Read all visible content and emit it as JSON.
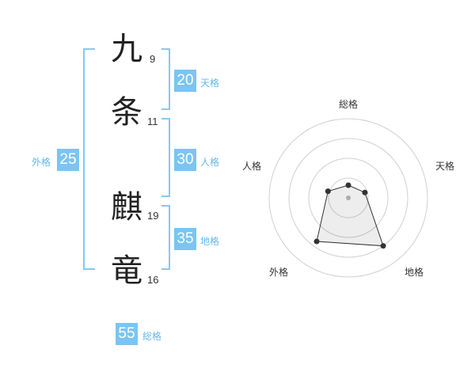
{
  "name": [
    {
      "char": "九",
      "strokes": "9"
    },
    {
      "char": "条",
      "strokes": "11"
    },
    {
      "char": "麒",
      "strokes": "19"
    },
    {
      "char": "竜",
      "strokes": "16"
    }
  ],
  "kaku": {
    "tenkaku": {
      "value": "20",
      "label": "天格"
    },
    "jinkaku": {
      "value": "30",
      "label": "人格"
    },
    "chikaku": {
      "value": "35",
      "label": "地格"
    },
    "gaikaku": {
      "value": "25",
      "label": "外格"
    },
    "soukaku": {
      "value": "55",
      "label": "総格"
    }
  },
  "colors": {
    "accent": "#7cc4f2",
    "label": "#66b8ee",
    "bracket": "#88c8f0"
  },
  "chart_data": {
    "type": "radar",
    "axes": [
      "総格",
      "天格",
      "地格",
      "外格",
      "人格"
    ],
    "values": [
      0.16,
      0.22,
      0.75,
      0.68,
      0.27
    ],
    "rings": 4
  }
}
